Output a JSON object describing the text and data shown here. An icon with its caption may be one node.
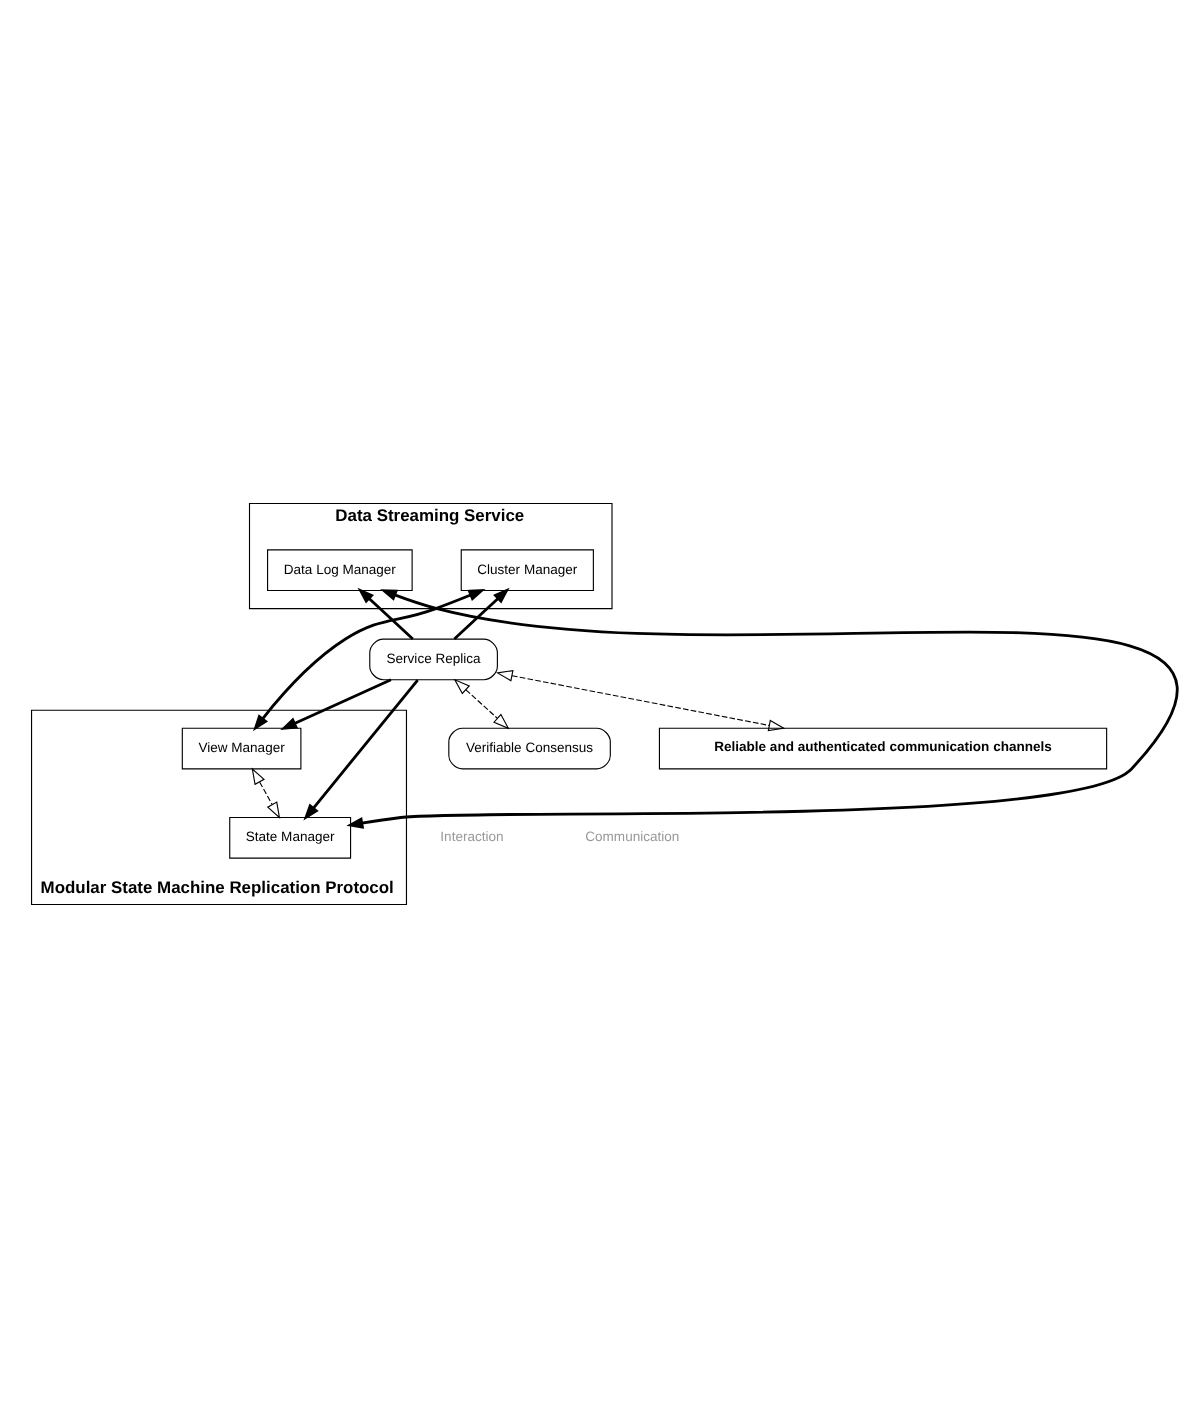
{
  "diagram": {
    "nodes": [
      {
        "text": [
          "Data Streaming Service"
        ]
      },
      {
        "text": [
          "Cluster Manager"
        ],
        "in": 0
      },
      {
        "text": [
          "Data Log Manager"
        ],
        "in": 0
      },
      {
        "text": [
          "Modular State Machine Replication Protocol"
        ]
      },
      {
        "text": [
          "View Manager"
        ],
        "in": 3
      },
      {
        "text": [
          "State Manager"
        ],
        "in": 3
      },
      {
        "text": [
          "Service Replica"
        ]
      },
      {
        "text": [
          "Verifiable Consensus"
        ]
      },
      {
        "text": [
          "Reliable and authenticated communication channels"
        ]
      }
    ],
    "edges": [
      {
        "from": 1,
        "to": 4,
        "arrow": "both"
      },
      {
        "from": 6,
        "to": 1,
        "arrow": "to"
      },
      {
        "from": 6,
        "to": 4,
        "arrow": "to"
      },
      {
        "from": 2,
        "to": 5,
        "arrow": "both"
      },
      {
        "from": 6,
        "to": 2,
        "arrow": "to"
      },
      {
        "from": 6,
        "to": 5,
        "arrow": "to"
      },
      {
        "from": 6,
        "to": 7,
        "arrow": "both",
        "style": "dashed"
      },
      {
        "from": 6,
        "to": 8,
        "arrow": "both",
        "style": "dashed"
      },
      {
        "from": 4,
        "to": 5,
        "arrow": "both",
        "style": "dashed"
      }
    ],
    "legend": [
      {
        "text": "Interaction"
      },
      {
        "text": "Communication"
      }
    ]
  }
}
